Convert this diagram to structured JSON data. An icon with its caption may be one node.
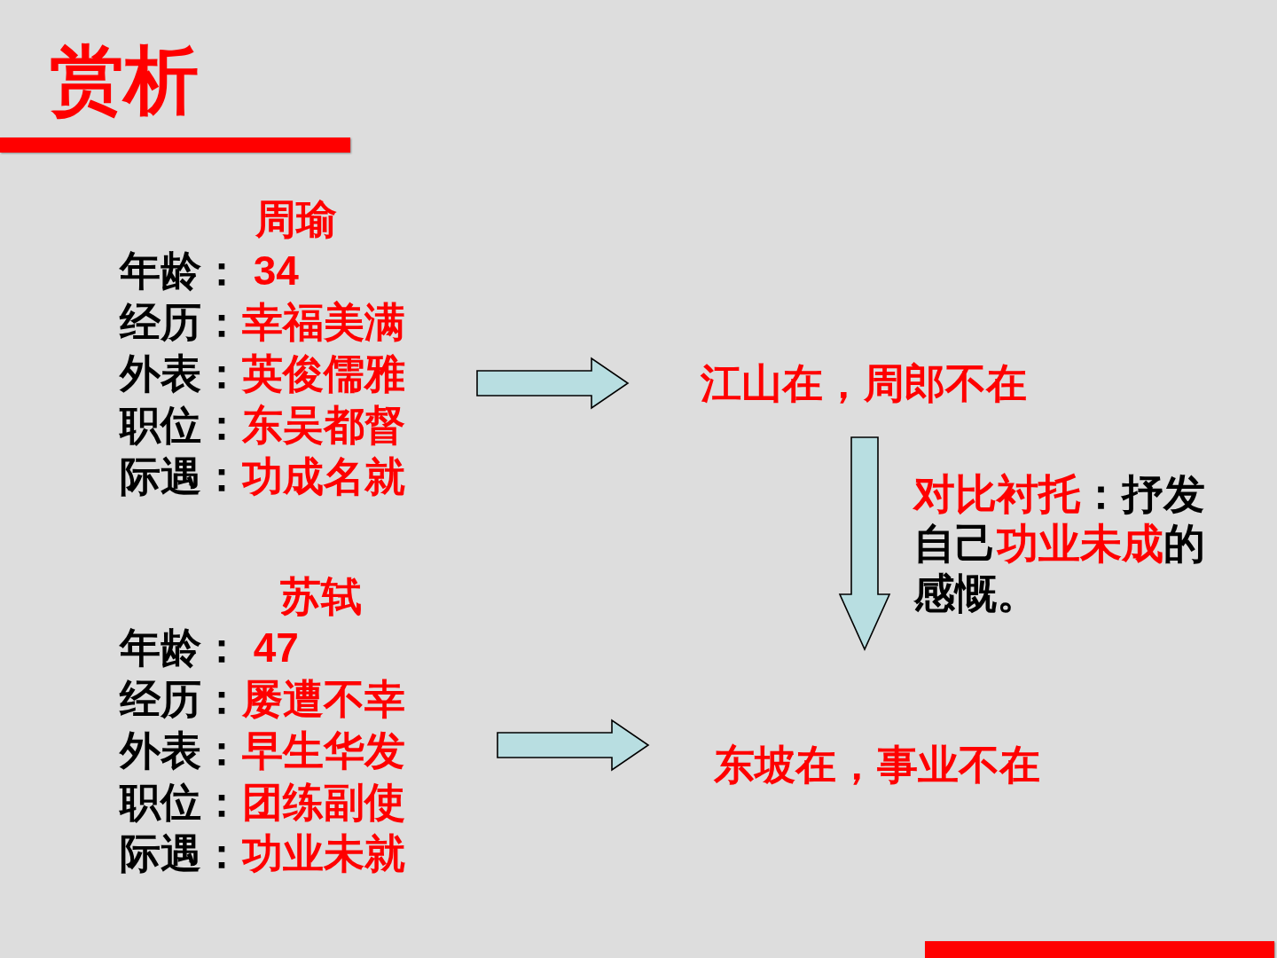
{
  "diagram": {
    "title": "赏析",
    "nodes": [
      {
        "text": [
          "周瑜",
          "年龄： **34**",
          "经历：**幸福美满**",
          "外表：**英俊儒雅**",
          "职位：**东吴都督**",
          "际遇：**功成名就**"
        ]
      },
      {
        "text": [
          "江山在，周郎不在"
        ]
      },
      {
        "text": [
          "苏轼",
          "年龄： **47**",
          "经历：**屡遭不幸**",
          "外表：**早生华发**",
          "职位：**团练副使**",
          "际遇：**功业未就**"
        ]
      },
      {
        "text": [
          "东坡在，事业不在"
        ]
      }
    ],
    "edges": [
      {
        "from": 0,
        "to": 1,
        "arrow": "to"
      },
      {
        "from": 1,
        "to": 3,
        "arrow": "to",
        "label": "**对比衬托**：抒发自己**功业未成**的感慨。"
      },
      {
        "from": 2,
        "to": 3,
        "arrow": "to"
      }
    ]
  }
}
